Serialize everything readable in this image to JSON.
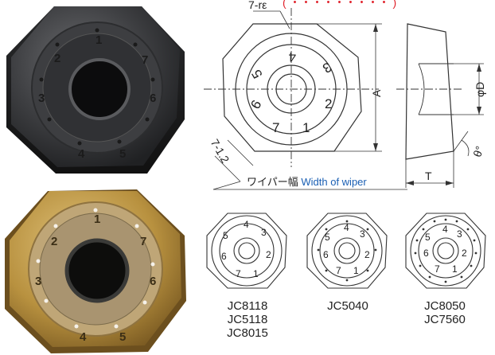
{
  "labels": {
    "corner_radius": "7-rε",
    "top_note_fragment": "( ・・・・・・・・・ )",
    "dim_A": "A",
    "dim_phiD": "φD",
    "dim_T": "T",
    "dim_theta": "θ°",
    "dim_chamfer": "7-1.2",
    "wiper_jp": "ワイパー幅",
    "wiper_en": "Width of wiper"
  },
  "insert_numbers": [
    "1",
    "2",
    "3",
    "4",
    "5",
    "6",
    "7"
  ],
  "variants": [
    {
      "grades": [
        "JC8118",
        "JC5118",
        "JC8015"
      ]
    },
    {
      "grades": [
        "JC5040"
      ]
    },
    {
      "grades": [
        "JC8050",
        "JC7560"
      ]
    }
  ],
  "colors": {
    "dark_insert": "#3a3b3d",
    "gold_insert": "#b8913f",
    "wiper_text": "#1a5fb4",
    "top_note": "#e0202a"
  }
}
